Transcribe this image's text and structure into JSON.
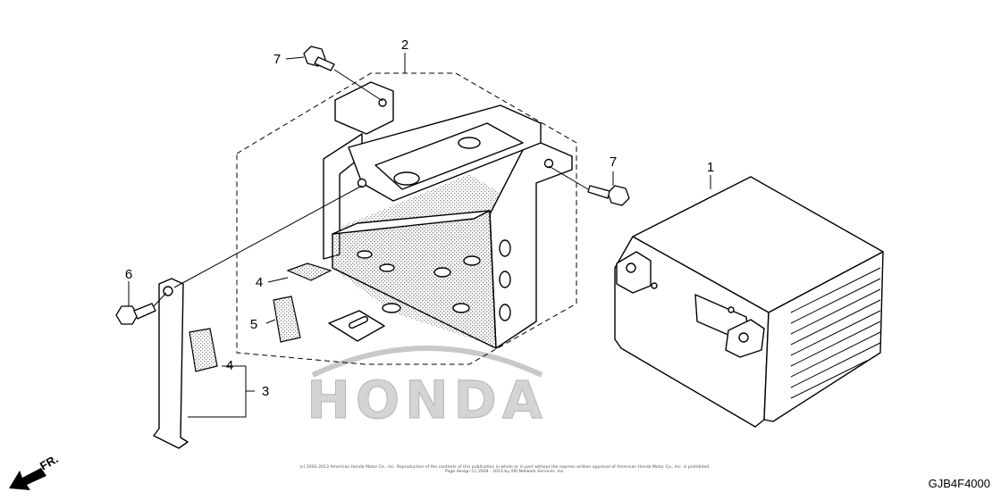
{
  "callouts": {
    "part_1": "1",
    "part_2": "2",
    "part_3": "3",
    "part_4_upper": "4",
    "part_4_lower": "4",
    "part_5": "5",
    "part_6": "6",
    "part_7_upper": "7",
    "part_7_right": "7"
  },
  "direction_label": "FR.",
  "watermark_text": "HONDA",
  "copyright_line_1": "(c) 2002-2013 American Honda Motor Co., Inc. Reproduction of the contents of this publication in whole or in part without the express written approval of American Honda Motor Co., Inc. is prohibited.",
  "copyright_line_2": "Page design (c) 2004 - 2013 by ARI Network Services, Inc.",
  "diagram_code": "GJB4F4000",
  "colors": {
    "line": "#000000",
    "stipple": "#9a9a9a",
    "watermark": "#c8c8c8"
  }
}
